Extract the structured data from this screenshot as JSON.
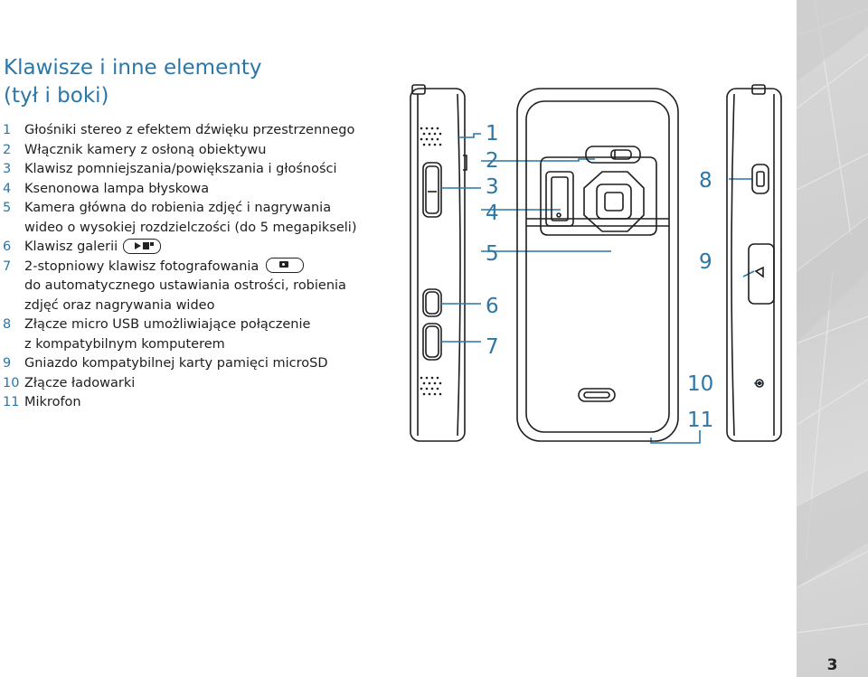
{
  "heading": {
    "line1": "Klawisze i inne elementy",
    "line2": "(tył i boki)"
  },
  "items": [
    {
      "num": "1",
      "text": "Głośniki stereo z efektem dźwięku przestrzennego"
    },
    {
      "num": "2",
      "text": "Włącznik kamery z osłoną obiektywu"
    },
    {
      "num": "3",
      "text": "Klawisz pomniejszania/powiększania i głośności"
    },
    {
      "num": "4",
      "text": "Ksenonowa lampa błyskowa"
    },
    {
      "num": "5",
      "text": "Kamera główna do robienia zdjęć i nagrywania",
      "cont": "wideo o wysokiej rozdzielczości (do 5 megapikseli)"
    },
    {
      "num": "6",
      "text": "Klawisz galerii",
      "icon": "gallery-key-icon"
    },
    {
      "num": "7",
      "text": "2-stopniowy klawisz fotografowania",
      "icon": "capture-key-icon",
      "cont": "do automatycznego ustawiania ostrości, robienia",
      "cont2": "zdjęć oraz nagrywania wideo"
    },
    {
      "num": "8",
      "text": "Złącze micro USB umożliwiające połączenie",
      "cont": "z kompatybilnym komputerem"
    },
    {
      "num": "9",
      "text": "Gniazdo kompatybilnej karty pamięci microSD"
    },
    {
      "num": "10",
      "text": "Złącze ładowarki"
    },
    {
      "num": "11",
      "text": "Mikrofon"
    }
  ],
  "callouts": [
    "1",
    "2",
    "3",
    "4",
    "5",
    "6",
    "7",
    "8",
    "9",
    "10",
    "11"
  ],
  "page_number": "3",
  "colors": {
    "accent": "#2a77a8",
    "text": "#1e1e1e",
    "sidebar": "#d4d4d4"
  }
}
